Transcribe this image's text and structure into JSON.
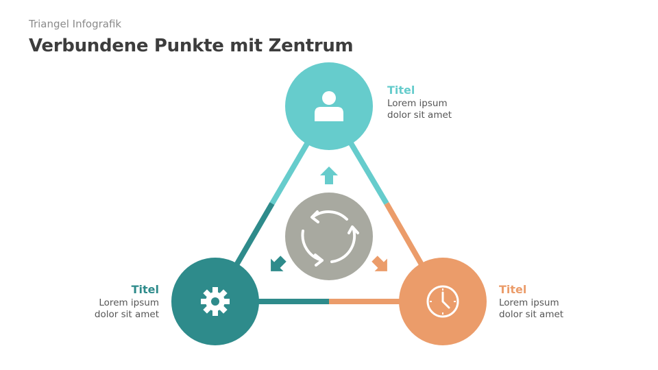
{
  "header": {
    "subtitle": "Triangel Infografik",
    "title": "Verbundene Punkte mit Zentrum"
  },
  "colors": {
    "light_teal": "#66cccc",
    "dark_teal": "#2e8b8b",
    "orange": "#eb9c6a",
    "gray": "#a8a9a0"
  },
  "nodes": [
    {
      "id": "top",
      "icon": "user-icon",
      "title": "Titel",
      "line1": "Lorem ipsum",
      "line2": "dolor sit amet"
    },
    {
      "id": "bottom-left",
      "icon": "gear-icon",
      "title": "Titel",
      "line1": "Lorem ipsum",
      "line2": "dolor sit amet"
    },
    {
      "id": "bottom-right",
      "icon": "clock-icon",
      "title": "Titel",
      "line1": "Lorem ipsum",
      "line2": "dolor sit amet"
    }
  ],
  "center": {
    "icon": "cycle-icon"
  }
}
